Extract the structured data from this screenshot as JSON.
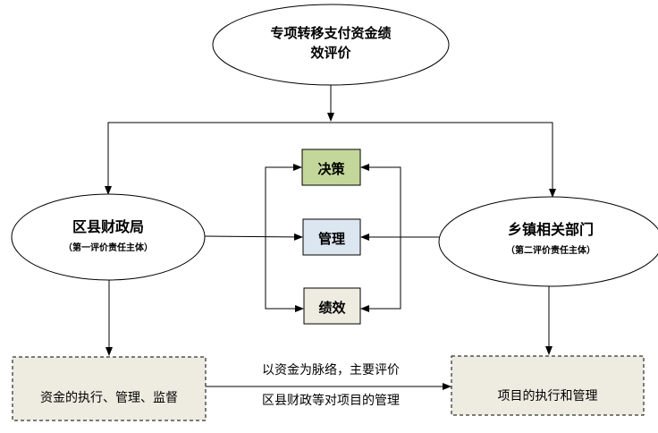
{
  "top": {
    "line1": "专项转移支付资金绩",
    "line2": "效评价"
  },
  "left_entity": {
    "title": "区县财政局",
    "subtitle": "（第一评价责任主体）"
  },
  "right_entity": {
    "title": "乡镇相关部门",
    "subtitle": "（第二评价责任主体）"
  },
  "center_boxes": [
    {
      "label": "决策",
      "color": "#c4d79b"
    },
    {
      "label": "管理",
      "color": "#dce6f1"
    },
    {
      "label": "绩效",
      "color": "#eeece1"
    }
  ],
  "bottom_left": {
    "label": "资金的执行、管理、监督"
  },
  "bottom_right": {
    "label": "项目的执行和管理"
  },
  "connector": {
    "line1": "以资金为脉络，主要评价",
    "line2": "区县财政等对项目的管理"
  }
}
